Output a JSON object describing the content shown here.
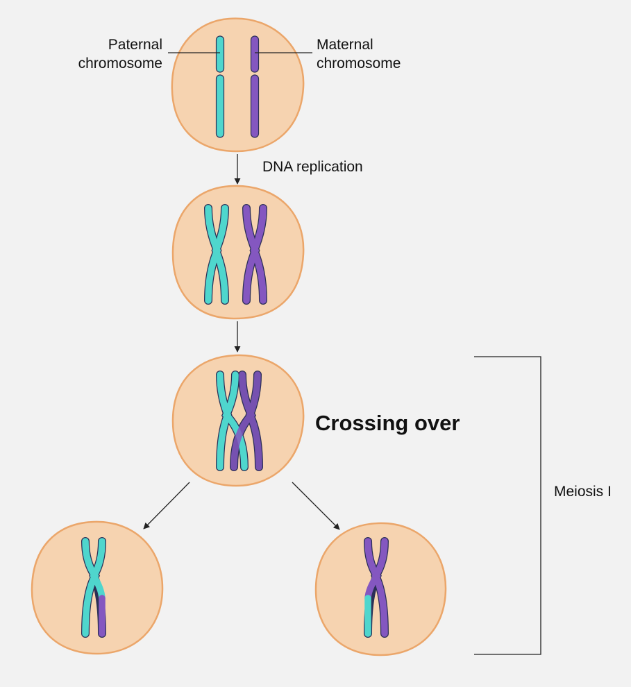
{
  "labels": {
    "paternal_line1": "Paternal",
    "paternal_line2": "chromosome",
    "maternal_line1": "Maternal",
    "maternal_line2": "chromosome",
    "dna_replication": "DNA replication",
    "crossing_over": "Crossing over",
    "meiosis_i": "Meiosis I"
  },
  "colors": {
    "background": "#f2f2f2",
    "cell_fill": "#f6d3b0",
    "cell_stroke": "#eba66a",
    "paternal": "#4fd6cd",
    "maternal": "#8457c0",
    "outline": "#2b2f56",
    "line": "#222222"
  }
}
